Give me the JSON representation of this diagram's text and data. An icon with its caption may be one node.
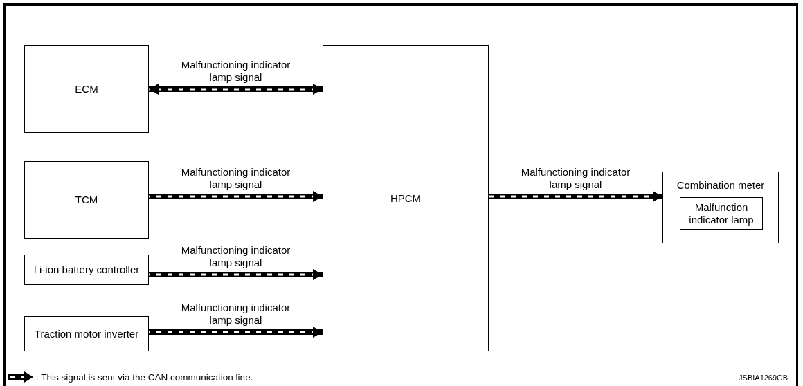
{
  "diagram": {
    "nodes": [
      {
        "text": [
          "ECM"
        ]
      },
      {
        "text": [
          "TCM"
        ]
      },
      {
        "text": [
          "Li-ion battery controller"
        ]
      },
      {
        "text": [
          "Traction motor inverter"
        ]
      },
      {
        "text": [
          "HPCM"
        ]
      },
      {
        "text": [
          "Combination meter"
        ]
      },
      {
        "text": [
          "Malfunction indicator lamp"
        ],
        "in": 5
      }
    ],
    "edges": [
      {
        "from": 0,
        "to": 4,
        "arrow": "both",
        "label": "Malfunctioning indicator lamp signal"
      },
      {
        "from": 1,
        "to": 4,
        "arrow": "to",
        "label": "Malfunctioning indicator lamp signal"
      },
      {
        "from": 2,
        "to": 4,
        "arrow": "to",
        "label": "Malfunctioning indicator lamp signal"
      },
      {
        "from": 3,
        "to": 4,
        "arrow": "to",
        "label": "Malfunctioning indicator lamp signal"
      },
      {
        "from": 4,
        "to": 5,
        "arrow": "to",
        "label": "Malfunctioning indicator lamp signal"
      }
    ],
    "labels": [
      "JSBIA1269GB"
    ],
    "legend": [
      {
        "text": ": This signal is sent via the CAN communication line."
      }
    ]
  }
}
